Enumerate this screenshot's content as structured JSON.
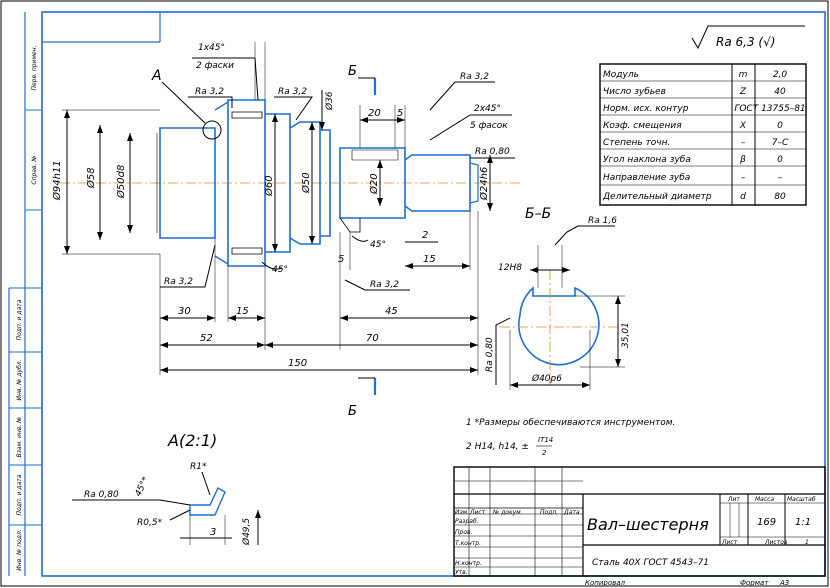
{
  "roughness": {
    "general": "Ra 6,3 (√)",
    "marks": [
      "Ra 3,2",
      "Ra 3,2",
      "Ra 3,2",
      "Ra 0,80",
      "Ra 3,2",
      "Ra 3,2",
      "Ra 1,6",
      "Ra 0,80",
      "Ra 0,80"
    ]
  },
  "params_table": {
    "rows": [
      {
        "name": "Модуль",
        "sym": "m",
        "val": "2,0"
      },
      {
        "name": "Число зубьев",
        "sym": "Z",
        "val": "40"
      },
      {
        "name": "Норм. исх. контур",
        "sym": "",
        "val": "ГОСТ 13755–81"
      },
      {
        "name": "Коэф. смещения",
        "sym": "X",
        "val": "0"
      },
      {
        "name": "Степень точн.",
        "sym": "–",
        "val": "7–C"
      },
      {
        "name": "Угол наклона зуба",
        "sym": "β",
        "val": "0"
      },
      {
        "name": "Направление зуба",
        "sym": "–",
        "val": "–"
      },
      {
        "name": "Делительный диаметр",
        "sym": "d",
        "val": "80"
      }
    ]
  },
  "labels": {
    "view_a": "А",
    "section_top": "Б",
    "section_bottom": "Б",
    "section_title": "Б–Б",
    "detail_title": "А(2:1)"
  },
  "dims": {
    "chamfer1": "1x45°",
    "chamfer1_note": "2 фаски",
    "chamfer2": "2x45°",
    "chamfer2_note": "5 фасок",
    "d36": "Ø36",
    "d94": "Ø94h11",
    "d58": "Ø58",
    "d50": "Ø50d8",
    "d60": "Ø60",
    "d50b": "Ø50",
    "d20": "Ø20",
    "d24": "Ø24h6",
    "w20": "20",
    "w5": "5",
    "ang45a": "45°",
    "ang45b": "45°",
    "w2": "2",
    "w5b": "5",
    "w15b": "15",
    "l30": "30",
    "l15": "15",
    "l45": "45",
    "l52": "52",
    "l70": "70",
    "l150": "150",
    "key_width": "12H8",
    "key_depth": "35,01",
    "shaft_d": "Ø40p6",
    "det_ang": "45°*",
    "det_r1": "R1*",
    "det_r05": "R0,5*",
    "det_3": "3",
    "det_d": "Ø49,5"
  },
  "notes": {
    "n1": "1  *Размеры обеспечиваются инструментом.",
    "n2": "2  H14, h14, ±",
    "n2_num": "IT14",
    "n2_den": "2"
  },
  "side_strip": [
    "Перв. примен.",
    "Справ. №",
    "Подп. и дата",
    "Инв. № дубл.",
    "Взам. инв. №",
    "Подп. и дата",
    "Инв. № подл."
  ],
  "title_block": {
    "name": "Вал–шестерня",
    "material": "Сталь 40Х ГОСТ 4543–71",
    "col_headers": [
      "Изм",
      "Лист",
      "№ докум.",
      "Подп.",
      "Дата"
    ],
    "roles": [
      "Разраб.",
      "Пров.",
      "Т.контр.",
      "",
      "Н.контр.",
      "Утв."
    ],
    "lit": "Лит",
    "mass_h": "Масса",
    "scale_h": "Масштаб",
    "mass": "169",
    "scale": "1:1",
    "sheet": "Лист",
    "sheets": "Листов",
    "sheets_n": "1",
    "copied": "Копировал",
    "format": "Формат",
    "format_v": "A3"
  }
}
